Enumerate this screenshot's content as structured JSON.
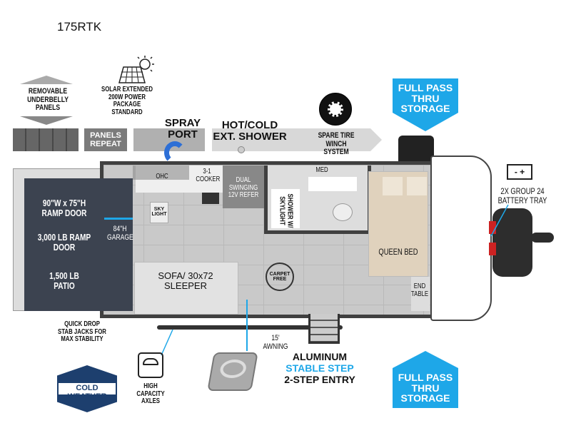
{
  "title": "175RTK",
  "features": {
    "underbelly": "REMOVABLE UNDERBELLY PANELS",
    "solar": "SOLAR EXTENDED 200W POWER PACKAGE STANDARD",
    "panels_repeat": "PANELS REPEAT",
    "spray_port": "SPRAY PORT",
    "ext_shower": "HOT/COLD EXT. SHOWER",
    "spare_tire": "SPARE TIRE WINCH SYSTEM",
    "storage_front": "FULL PASS THRU STORAGE",
    "storage_rear": "FULL PASS THRU STORAGE",
    "battery": "2X GROUP 24 BATTERY TRAY",
    "stab_jacks": "QUICK DROP STAB JACKS FOR MAX STABILITY",
    "axles": "HIGH CAPACITY AXLES",
    "awning": "15' AWNING",
    "step_line1": "ALUMINUM",
    "step_line2": "STABLE STEP",
    "step_line3": "2-STEP ENTRY",
    "cold_weather": "COLD WEATHER"
  },
  "floorplan": {
    "ramp_door_size": "90\"W x 75\"H RAMP DOOR",
    "ramp_door_weight": "3,000 LB RAMP DOOR",
    "patio": "1,500 LB PATIO",
    "garage": "84\"H GARAGE",
    "ohc": "OHC",
    "skylight": "SKY LIGHT",
    "cooker": "3-1 COOKER",
    "refer": "DUAL SWINGING 12V REFER",
    "shower": "SHOWER W/ SKYLIGHT",
    "med": "MED",
    "queen_bed": "QUEEN BED",
    "end_table": "END TABLE",
    "sofa": "SOFA/ 30x72 SLEEPER",
    "carpet_free": "CARPET FREE"
  },
  "colors": {
    "accent": "#1ea7e8",
    "ramp": "#3c4350",
    "floor": "#c9c9c9",
    "bed": "#e0d2bd"
  }
}
